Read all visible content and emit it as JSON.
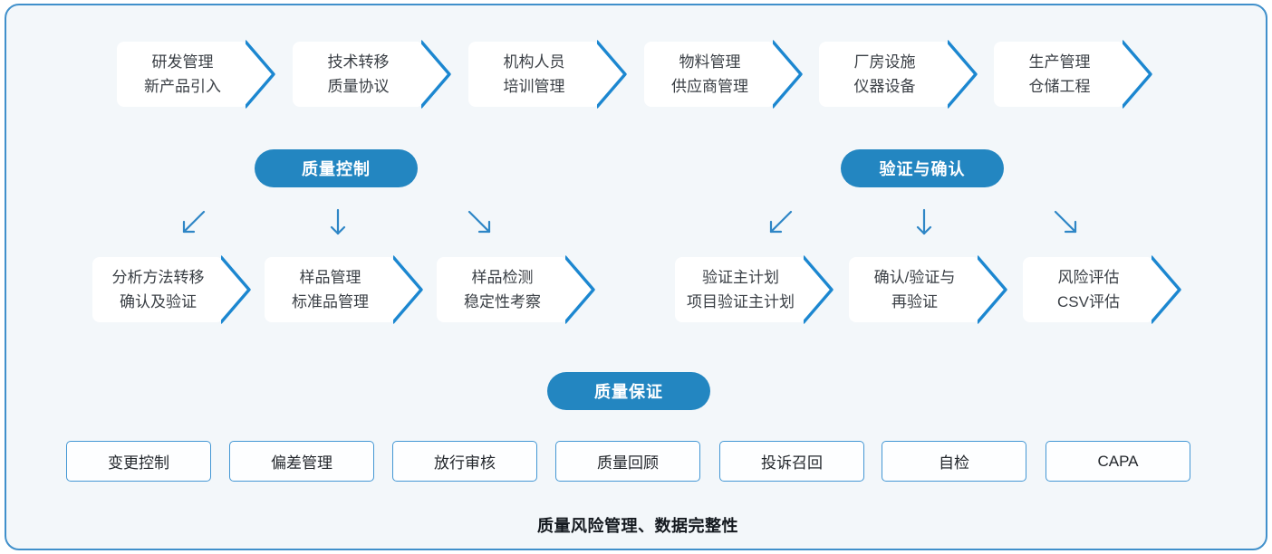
{
  "top_row": [
    {
      "line1": "研发管理",
      "line2": "新产品引入"
    },
    {
      "line1": "技术转移",
      "line2": "质量协议"
    },
    {
      "line1": "机构人员",
      "line2": "培训管理"
    },
    {
      "line1": "物料管理",
      "line2": "供应商管理"
    },
    {
      "line1": "厂房设施",
      "line2": "仪器设备"
    },
    {
      "line1": "生产管理",
      "line2": "仓储工程"
    }
  ],
  "qc_group": {
    "pill": "质量控制",
    "items": [
      {
        "line1": "分析方法转移",
        "line2": "确认及验证"
      },
      {
        "line1": "样品管理",
        "line2": "标准品管理"
      },
      {
        "line1": "样品检测",
        "line2": "稳定性考察"
      }
    ]
  },
  "vv_group": {
    "pill": "验证与确认",
    "items": [
      {
        "line1": "验证主计划",
        "line2": "项目验证主计划"
      },
      {
        "line1": "确认/验证与",
        "line2": "再验证"
      },
      {
        "line1": "风险评估",
        "line2": "CSV评估"
      }
    ]
  },
  "qa_group": {
    "pill": "质量保证",
    "items": [
      "变更控制",
      "偏差管理",
      "放行审核",
      "质量回顾",
      "投诉召回",
      "自检",
      "CAPA"
    ]
  },
  "footer": "质量风险管理、数据完整性",
  "colors": {
    "accent_blue": "#2386c1",
    "chevron_blue": "#1c87d0",
    "panel_border": "#4090cb",
    "panel_bg": "#f3f7fa",
    "outline_box_border": "#4497d4",
    "arrow_blue": "#2e86c6"
  }
}
